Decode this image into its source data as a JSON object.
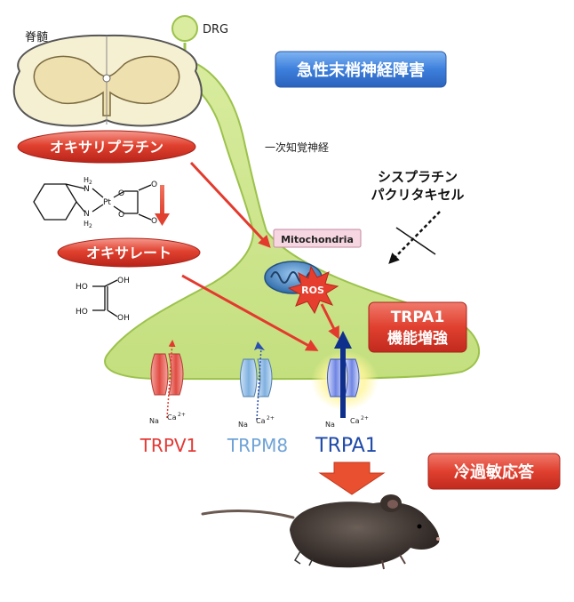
{
  "labels": {
    "spinal_cord": "脊髄",
    "drg": "DRG",
    "primary_sensory_nerve": "一次知覚神経",
    "title": "急性末梢神経障害",
    "oxaliplatin": "オキサリプラチン",
    "oxalate": "オキサレート",
    "other_drugs_1": "シスプラチン",
    "other_drugs_2": "パクリタキセル",
    "mitochondria": "Mitochondria",
    "ros": "ROS",
    "trpa1_enhance_1": "TRPA1",
    "trpa1_enhance_2": "機能増強",
    "channel_trpv1": "TRPV1",
    "channel_trpm8": "TRPM8",
    "channel_trpa1": "TRPA1",
    "na": "Na",
    "ca": "Ca",
    "ca_charge": "2+",
    "cold_hypersensitivity": "冷過敏応答"
  },
  "chem": {
    "nh1": "N",
    "h2_1": "H",
    "h2_sub1": "2",
    "nh2": "N",
    "h2_2": "H",
    "h2_sub2": "2",
    "pt": "Pt",
    "o1": "O",
    "o2": "O",
    "o3": "O",
    "o4": "O",
    "ho1": "HO",
    "ho2": "HO",
    "oh1": "OH",
    "oh2": "OH"
  },
  "colors": {
    "red": "#e33a2e",
    "blue": "#1d3f9b",
    "trpv1": "#e53935",
    "trpm8": "#6fa3d6",
    "trpa1": "#1f4aa8",
    "nerve": "#cfe694",
    "title_box": "#3b7fd9"
  }
}
